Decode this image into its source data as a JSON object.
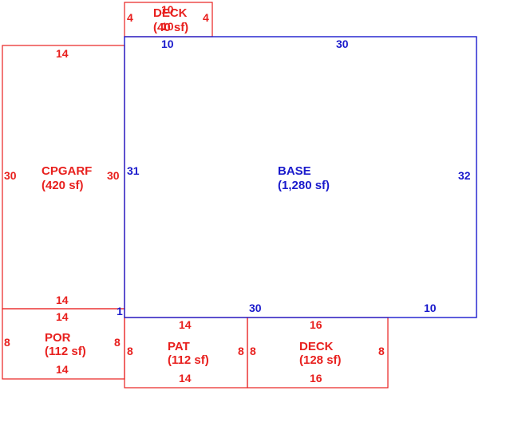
{
  "colors": {
    "base": "#1a1acc",
    "addition": "#e8201e",
    "background": "#ffffff"
  },
  "areas": {
    "deck_top": {
      "name": "DECK",
      "area": "(40 sf)",
      "dims": {
        "top": "10",
        "left": "4",
        "right": "4",
        "bottom": "10"
      }
    },
    "cpgarf": {
      "name": "CPGARF",
      "area": "(420 sf)",
      "dims": {
        "top": "14",
        "left": "30",
        "right": "30",
        "bottom": "14"
      }
    },
    "base": {
      "name": "BASE",
      "area": "(1,280 sf)",
      "dims": {
        "top_left": "10",
        "top_right": "30",
        "left": "31",
        "right": "32",
        "bottom_left": "1",
        "bottom_mid": "30",
        "bottom_right": "10"
      }
    },
    "por": {
      "name": "POR",
      "area": "(112 sf)",
      "dims": {
        "top": "14",
        "left": "8",
        "right": "8",
        "bottom": "14"
      }
    },
    "pat": {
      "name": "PAT",
      "area": "(112 sf)",
      "dims": {
        "top": "14",
        "left": "8",
        "right": "8",
        "bottom": "14"
      }
    },
    "deck_bottom": {
      "name": "DECK",
      "area": "(128 sf)",
      "dims": {
        "top": "16",
        "left": "8",
        "right": "8",
        "bottom": "16"
      }
    }
  }
}
